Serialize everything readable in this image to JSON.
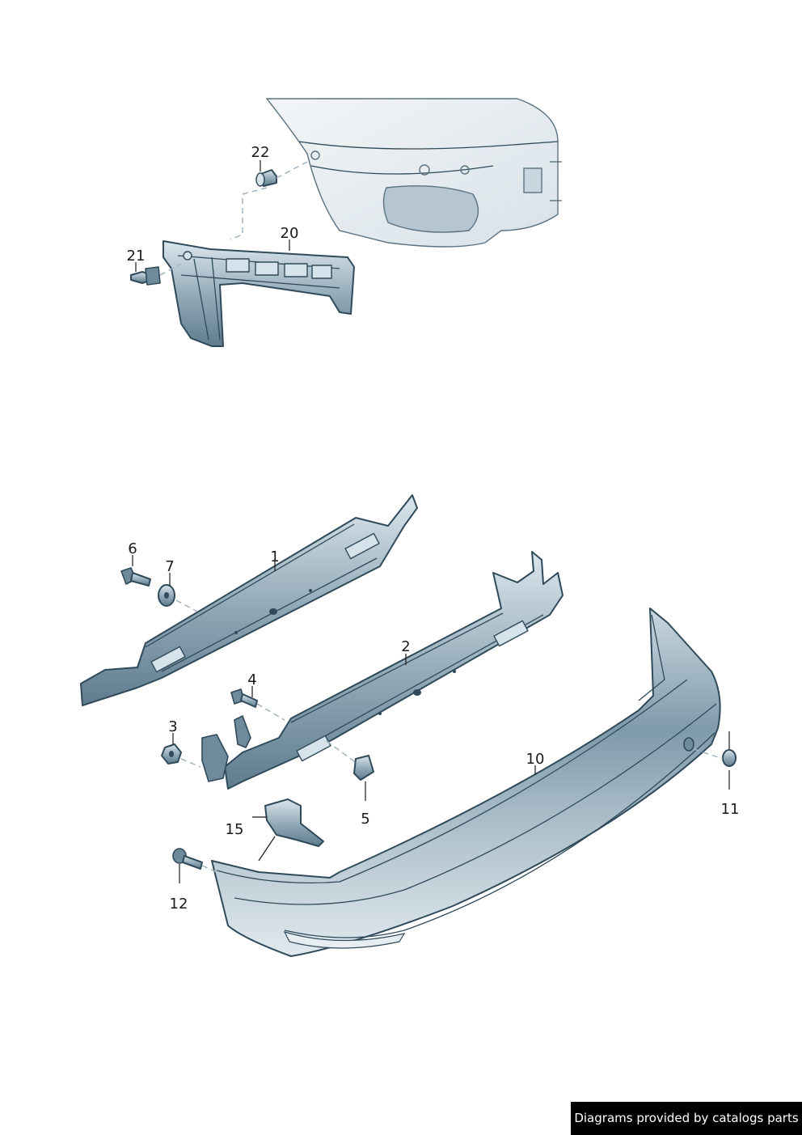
{
  "parts": {
    "p1": "1",
    "p2": "2",
    "p3": "3",
    "p4": "4",
    "p5": "5",
    "p6": "6",
    "p7": "7",
    "p10": "10",
    "p11": "11",
    "p12": "12",
    "p15": "15",
    "p20": "20",
    "p21": "21",
    "p22": "22"
  },
  "footer": {
    "credit": "Diagrams provided by catalogs parts"
  },
  "colors": {
    "part_fill_light": "#dbe6ec",
    "part_fill_mid": "#8fa7b5",
    "part_fill_dark": "#5f7c8d",
    "outline": "#2f4a5a",
    "footer_bg": "#000000",
    "footer_text": "#ffffff"
  }
}
